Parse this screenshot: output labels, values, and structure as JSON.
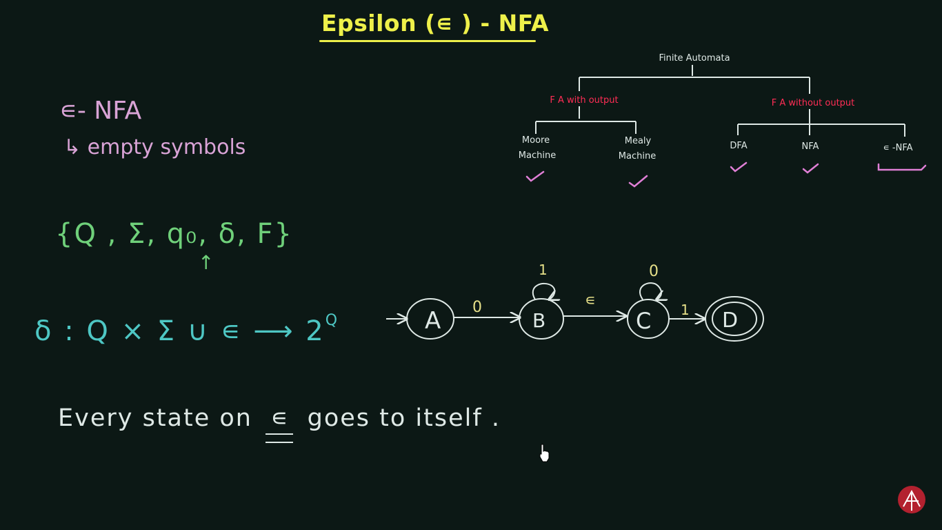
{
  "title": "Epsilon (∊ ) - NFA",
  "notes": {
    "enfa": "∊- NFA",
    "empty": "↳ empty symbols",
    "tuple": "{Q , Σ, q₀, δ, F}",
    "tuple_arrow": "↑",
    "delta_prefix": "δ : Q × Σ ∪ ∊ ⟶ 2",
    "delta_power": "Q",
    "sentence_pre": "Every state on",
    "sentence_eps": "∊",
    "sentence_post": "goes to itself ."
  },
  "tree": {
    "root": "Finite Automata",
    "with_output": "F A with output",
    "without_output": "F A without output",
    "moore_line1": "Moore",
    "moore_line2": "Machine",
    "mealy_line1": "Mealy",
    "mealy_line2": "Machine",
    "dfa": "DFA",
    "nfa": "NFA",
    "enfa": "∊ -NFA"
  },
  "automaton": {
    "states": [
      "A",
      "B",
      "C",
      "D"
    ],
    "start": "A",
    "accepting": [
      "D"
    ],
    "edges": [
      {
        "from": "A",
        "to": "B",
        "label": "0"
      },
      {
        "from": "B",
        "to": "C",
        "label": "∊"
      },
      {
        "from": "C",
        "to": "D",
        "label": "1"
      }
    ],
    "loops": [
      {
        "state": "B",
        "label": "1"
      },
      {
        "state": "C",
        "label": "0"
      }
    ]
  },
  "colors": {
    "title": "#eef04a",
    "pink": "#d9a3d6",
    "green": "#6fd07a",
    "cyan": "#4ec7c4",
    "white": "#dfe9e6",
    "red_label": "#ff2d55",
    "check": "#e07fd6",
    "automaton_label": "#e6e089"
  }
}
